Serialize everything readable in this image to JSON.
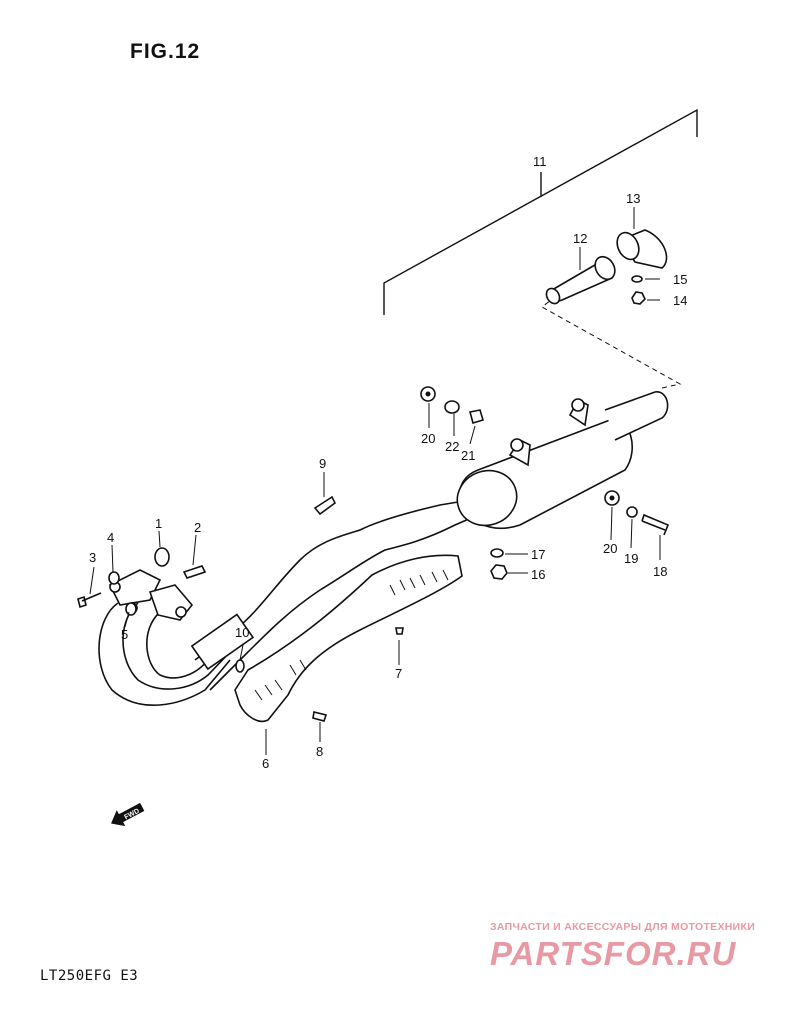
{
  "figure": {
    "title": "FIG.12",
    "model_code": "LT250EFG  E3"
  },
  "watermark": {
    "tagline": "ЗАПЧАСТИ И АКСЕССУАРЫ ДЛЯ МОТОТЕХНИКИ",
    "logo": "PARTSFOR.RU",
    "color": "#e79aa3"
  },
  "fwd_badge": {
    "text": "FWD",
    "icon": "fwd-arrow-icon"
  },
  "callouts": [
    {
      "id": "callout-1",
      "text": "1"
    },
    {
      "id": "callout-2",
      "text": "2"
    },
    {
      "id": "callout-3",
      "text": "3"
    },
    {
      "id": "callout-4",
      "text": "4"
    },
    {
      "id": "callout-5",
      "text": "5"
    },
    {
      "id": "callout-6",
      "text": "6"
    },
    {
      "id": "callout-7",
      "text": "7"
    },
    {
      "id": "callout-8",
      "text": "8"
    },
    {
      "id": "callout-9",
      "text": "9"
    },
    {
      "id": "callout-10",
      "text": "10"
    },
    {
      "id": "callout-11",
      "text": "11"
    },
    {
      "id": "callout-12",
      "text": "12"
    },
    {
      "id": "callout-13",
      "text": "13"
    },
    {
      "id": "callout-14",
      "text": "14"
    },
    {
      "id": "callout-15",
      "text": "15"
    },
    {
      "id": "callout-16",
      "text": "16"
    },
    {
      "id": "callout-17",
      "text": "17"
    },
    {
      "id": "callout-18",
      "text": "18"
    },
    {
      "id": "callout-19",
      "text": "19"
    },
    {
      "id": "callout-20a",
      "text": "20"
    },
    {
      "id": "callout-20b",
      "text": "20"
    },
    {
      "id": "callout-21",
      "text": "21"
    },
    {
      "id": "callout-22",
      "text": "22"
    }
  ]
}
